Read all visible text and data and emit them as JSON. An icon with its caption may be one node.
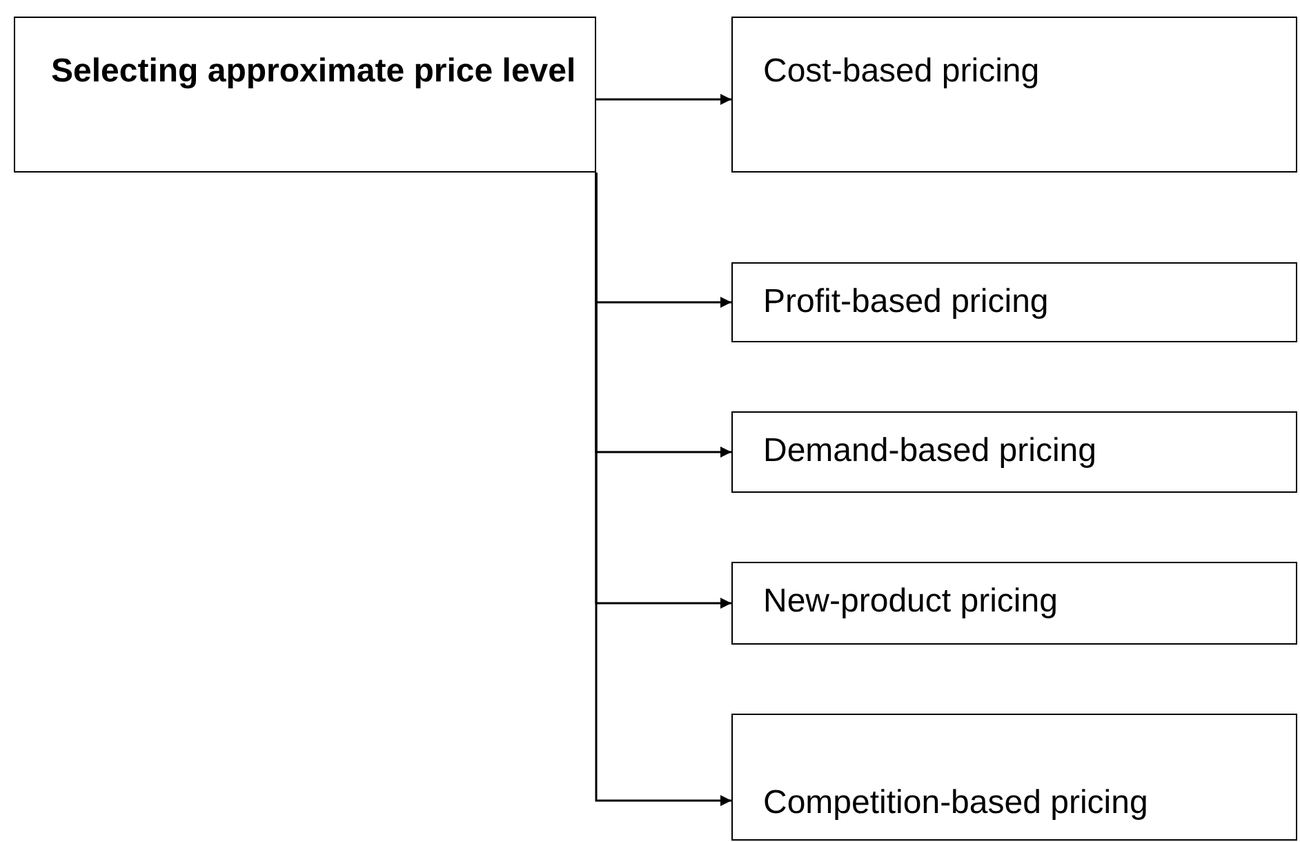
{
  "diagram": {
    "nodes": [
      {
        "text": [
          "Selecting approximate price level"
        ]
      },
      {
        "text": [
          "Cost-based pricing"
        ]
      },
      {
        "text": [
          "Profit-based pricing"
        ]
      },
      {
        "text": [
          "Demand-based pricing"
        ]
      },
      {
        "text": [
          "New-product pricing"
        ]
      },
      {
        "text": [
          "Competition-based pricing"
        ]
      }
    ],
    "edges": [
      {
        "from": 0,
        "to": 1,
        "arrow": "to"
      },
      {
        "from": 0,
        "to": 2,
        "arrow": "to"
      },
      {
        "from": 0,
        "to": 3,
        "arrow": "to"
      },
      {
        "from": 0,
        "to": 4,
        "arrow": "to"
      },
      {
        "from": 0,
        "to": 5,
        "arrow": "to"
      }
    ]
  }
}
